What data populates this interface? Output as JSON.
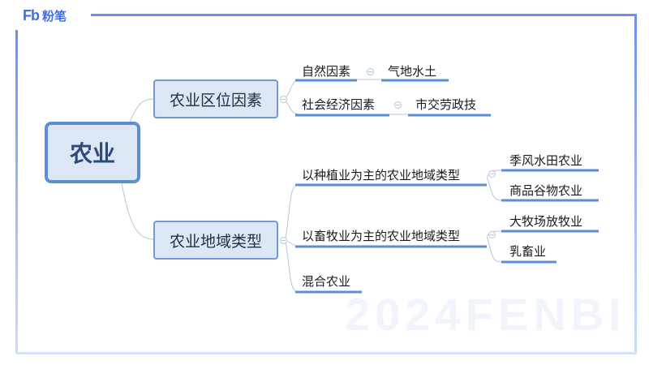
{
  "brand": {
    "mark": "Fb",
    "name": "粉笔"
  },
  "watermark": "2024FENBI",
  "colors": {
    "accent": "#3f6fe6",
    "node_border": "#5b8ed2",
    "node_fill": "#dde6f5",
    "underline": "#5b8ed2",
    "connector": "#b9c6d8"
  },
  "mindmap": {
    "root": "农业",
    "branches": [
      {
        "label": "农业区位因素",
        "children": [
          {
            "label": "自然因素",
            "children": [
              {
                "label": "气地水土"
              }
            ]
          },
          {
            "label": "社会经济因素",
            "children": [
              {
                "label": "市交劳政技"
              }
            ]
          }
        ]
      },
      {
        "label": "农业地域类型",
        "children": [
          {
            "label": "以种植业为主的农业地域类型",
            "children": [
              {
                "label": "季风水田农业"
              },
              {
                "label": "商品谷物农业"
              }
            ]
          },
          {
            "label": "以畜牧业为主的农业地域类型",
            "children": [
              {
                "label": "大牧场放牧业"
              },
              {
                "label": "乳畜业"
              }
            ]
          },
          {
            "label": "混合农业"
          }
        ]
      }
    ]
  }
}
